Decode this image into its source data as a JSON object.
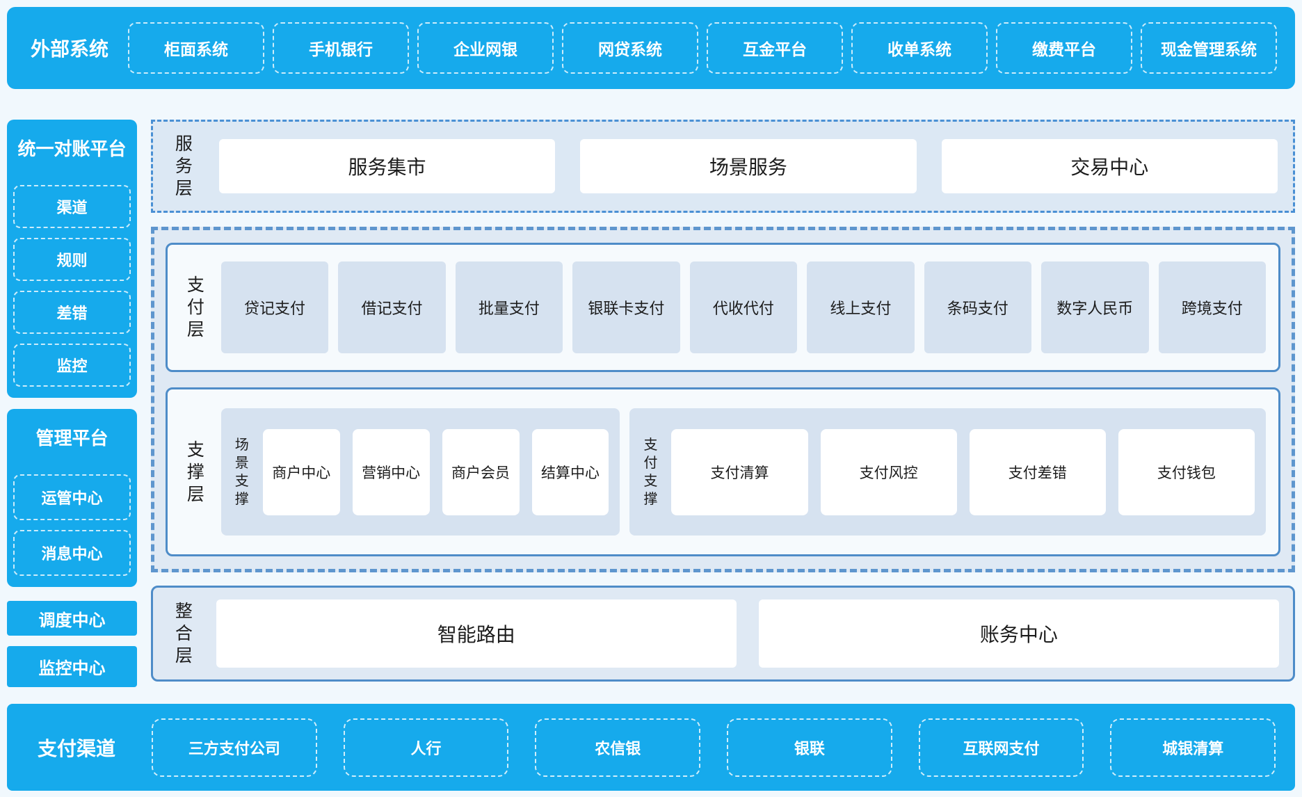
{
  "external_systems": {
    "label": "外部系统",
    "items": [
      "柜面系统",
      "手机银行",
      "企业网银",
      "网贷系统",
      "互金平台",
      "收单系统",
      "缴费平台",
      "现金管理系统"
    ]
  },
  "sidebar": {
    "reconciliation": {
      "title": "统一对账平台",
      "items": [
        "渠道",
        "规则",
        "差错",
        "监控"
      ]
    },
    "management": {
      "title": "管理平台",
      "items": [
        "运管中心",
        "消息中心"
      ]
    },
    "dispatch_center": "调度中心",
    "monitor_center": "监控中心"
  },
  "layers": {
    "service": {
      "label": "服务层",
      "cards": [
        "服务集市",
        "场景服务",
        "交易中心"
      ]
    },
    "payment": {
      "label": "支付层",
      "tiles": [
        "贷记支付",
        "借记支付",
        "批量支付",
        "银联卡支付",
        "代收代付",
        "线上支付",
        "条码支付",
        "数字人民币",
        "跨境支付"
      ]
    },
    "support": {
      "label": "支撑层",
      "groups": [
        {
          "label": "场景支撑",
          "cards": [
            "商户中心",
            "营销中心",
            "商户会员",
            "结算中心"
          ]
        },
        {
          "label": "支付支撑",
          "cards": [
            "支付清算",
            "支付风控",
            "支付差错",
            "支付钱包"
          ]
        }
      ]
    },
    "integration": {
      "label": "整合层",
      "cards": [
        "智能路由",
        "账务中心"
      ]
    }
  },
  "payment_channels": {
    "label": "支付渠道",
    "items": [
      "三方支付公司",
      "人行",
      "农信银",
      "银联",
      "互联网支付",
      "城银清算"
    ]
  },
  "colors": {
    "accent_blue": "#16aaec",
    "section_bg": "#dfe9f4",
    "tile_bg": "#d6e2f0",
    "solid_border": "#4e8cc8",
    "dashed_border": "#5e96ce",
    "dashdot_border": "#4a90d4"
  }
}
